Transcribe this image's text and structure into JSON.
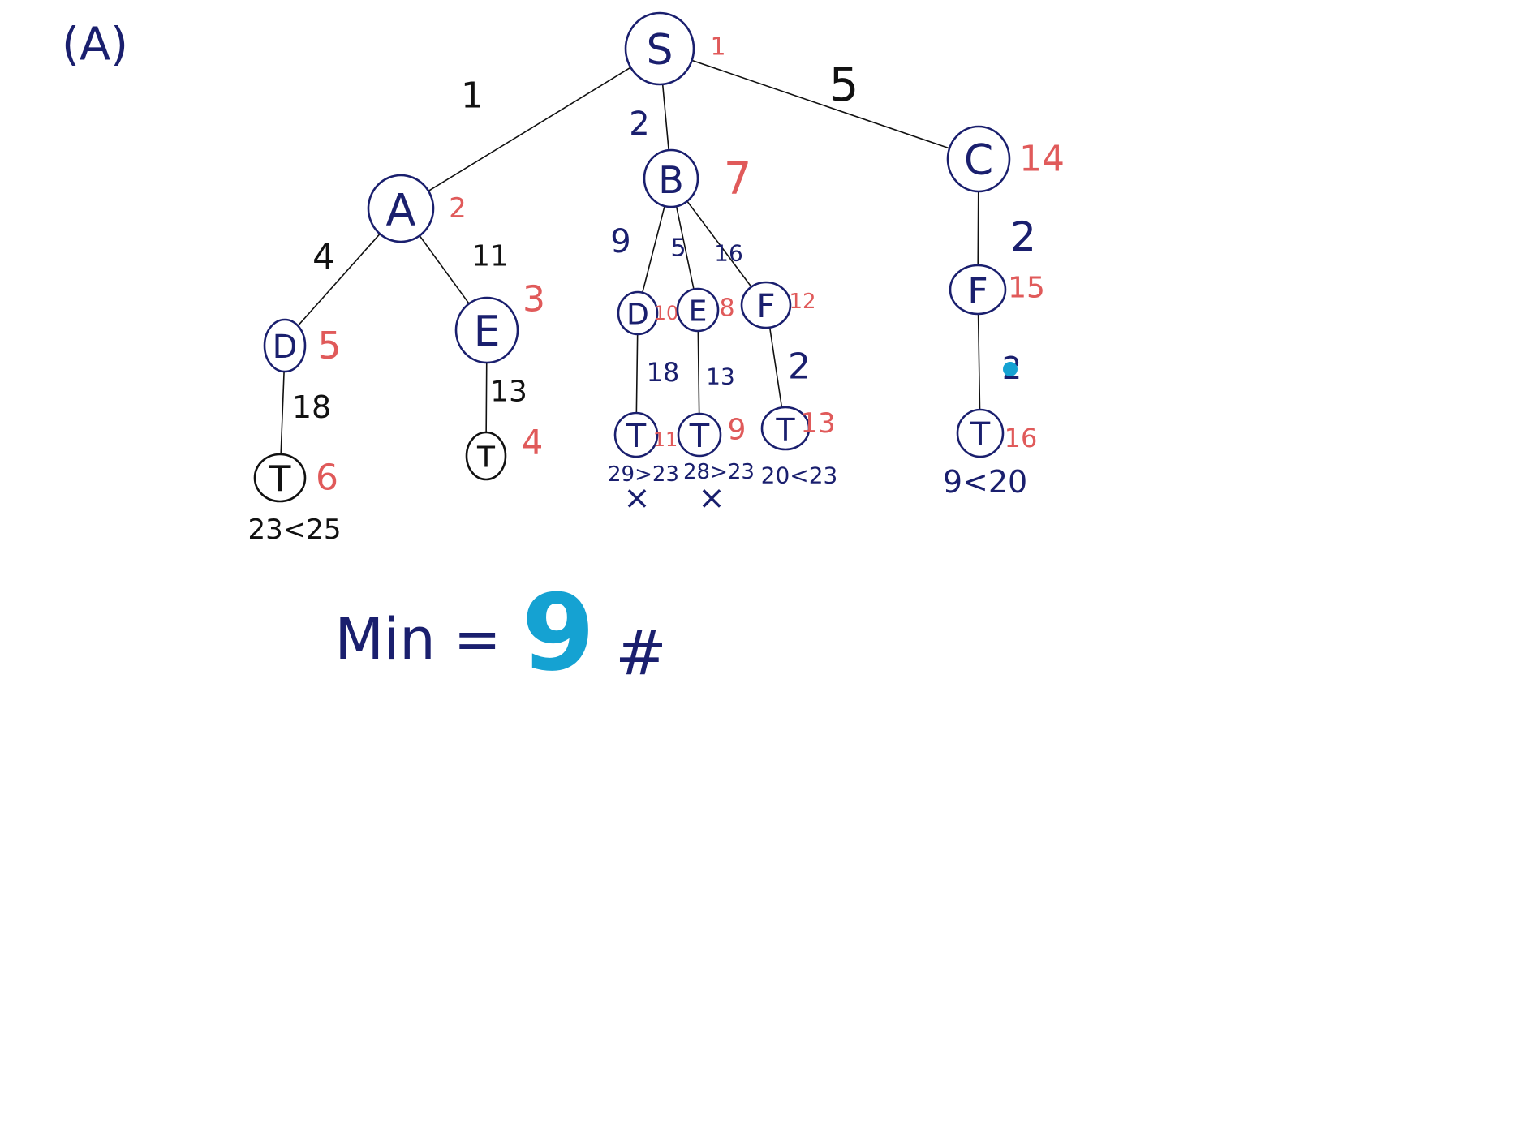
{
  "part_label": "(A)",
  "colors": {
    "ink": "#1a1f6e",
    "black": "#111111",
    "order": "#e05a5a",
    "answer": "#15a2d2"
  },
  "nodes": [
    {
      "id": "s",
      "label": "S",
      "order": "1",
      "color": "ink"
    },
    {
      "id": "a",
      "label": "A",
      "order": "2",
      "color": "ink"
    },
    {
      "id": "b",
      "label": "B",
      "order": "7",
      "color": "ink"
    },
    {
      "id": "c",
      "label": "C",
      "order": "14",
      "color": "ink"
    },
    {
      "id": "ad",
      "label": "D",
      "order": "5",
      "color": "ink"
    },
    {
      "id": "ae",
      "label": "E",
      "order": "3",
      "color": "ink"
    },
    {
      "id": "adt",
      "label": "T",
      "order": "6",
      "color": "black"
    },
    {
      "id": "aet",
      "label": "T",
      "order": "4",
      "color": "black"
    },
    {
      "id": "bd",
      "label": "D",
      "order": "10",
      "color": "ink"
    },
    {
      "id": "be",
      "label": "E",
      "order": "8",
      "color": "ink"
    },
    {
      "id": "bf",
      "label": "F",
      "order": "12",
      "color": "ink"
    },
    {
      "id": "bdt",
      "label": "T",
      "order": "11",
      "color": "ink"
    },
    {
      "id": "bet",
      "label": "T",
      "order": "9",
      "color": "ink"
    },
    {
      "id": "bft",
      "label": "T",
      "order": "13",
      "color": "ink"
    },
    {
      "id": "cf",
      "label": "F",
      "order": "15",
      "color": "ink"
    },
    {
      "id": "cft",
      "label": "T",
      "order": "16",
      "color": "ink"
    }
  ],
  "edges": [
    {
      "from": "s",
      "to": "a",
      "weight": "1",
      "color": "black"
    },
    {
      "from": "s",
      "to": "b",
      "weight": "2",
      "color": "ink"
    },
    {
      "from": "s",
      "to": "c",
      "weight": "5",
      "color": "black"
    },
    {
      "from": "a",
      "to": "ad",
      "weight": "4",
      "color": "black"
    },
    {
      "from": "a",
      "to": "ae",
      "weight": "11",
      "color": "black"
    },
    {
      "from": "ad",
      "to": "adt",
      "weight": "18",
      "color": "black"
    },
    {
      "from": "ae",
      "to": "aet",
      "weight": "13",
      "color": "black"
    },
    {
      "from": "b",
      "to": "bd",
      "weight": "9",
      "color": "ink"
    },
    {
      "from": "b",
      "to": "be",
      "weight": "5",
      "color": "ink"
    },
    {
      "from": "b",
      "to": "bf",
      "weight": "16",
      "color": "ink"
    },
    {
      "from": "bd",
      "to": "bdt",
      "weight": "18",
      "color": "ink"
    },
    {
      "from": "be",
      "to": "bet",
      "weight": "13",
      "color": "ink"
    },
    {
      "from": "bf",
      "to": "bft",
      "weight": "2",
      "color": "ink"
    },
    {
      "from": "c",
      "to": "cf",
      "weight": "2",
      "color": "ink"
    },
    {
      "from": "cf",
      "to": "cft",
      "weight": "2",
      "color": "ink"
    }
  ],
  "path_notes": [
    {
      "node": "adt",
      "text": "23<25",
      "mark": ""
    },
    {
      "node": "bdt",
      "text": "29>23",
      "mark": "×"
    },
    {
      "node": "bet",
      "text": "28>23",
      "mark": "×"
    },
    {
      "node": "bft",
      "text": "20<23",
      "mark": ""
    },
    {
      "node": "cft",
      "text": "9<20",
      "mark": ""
    }
  ],
  "result": {
    "label": "Min =",
    "value": "9",
    "suffix": "#"
  }
}
